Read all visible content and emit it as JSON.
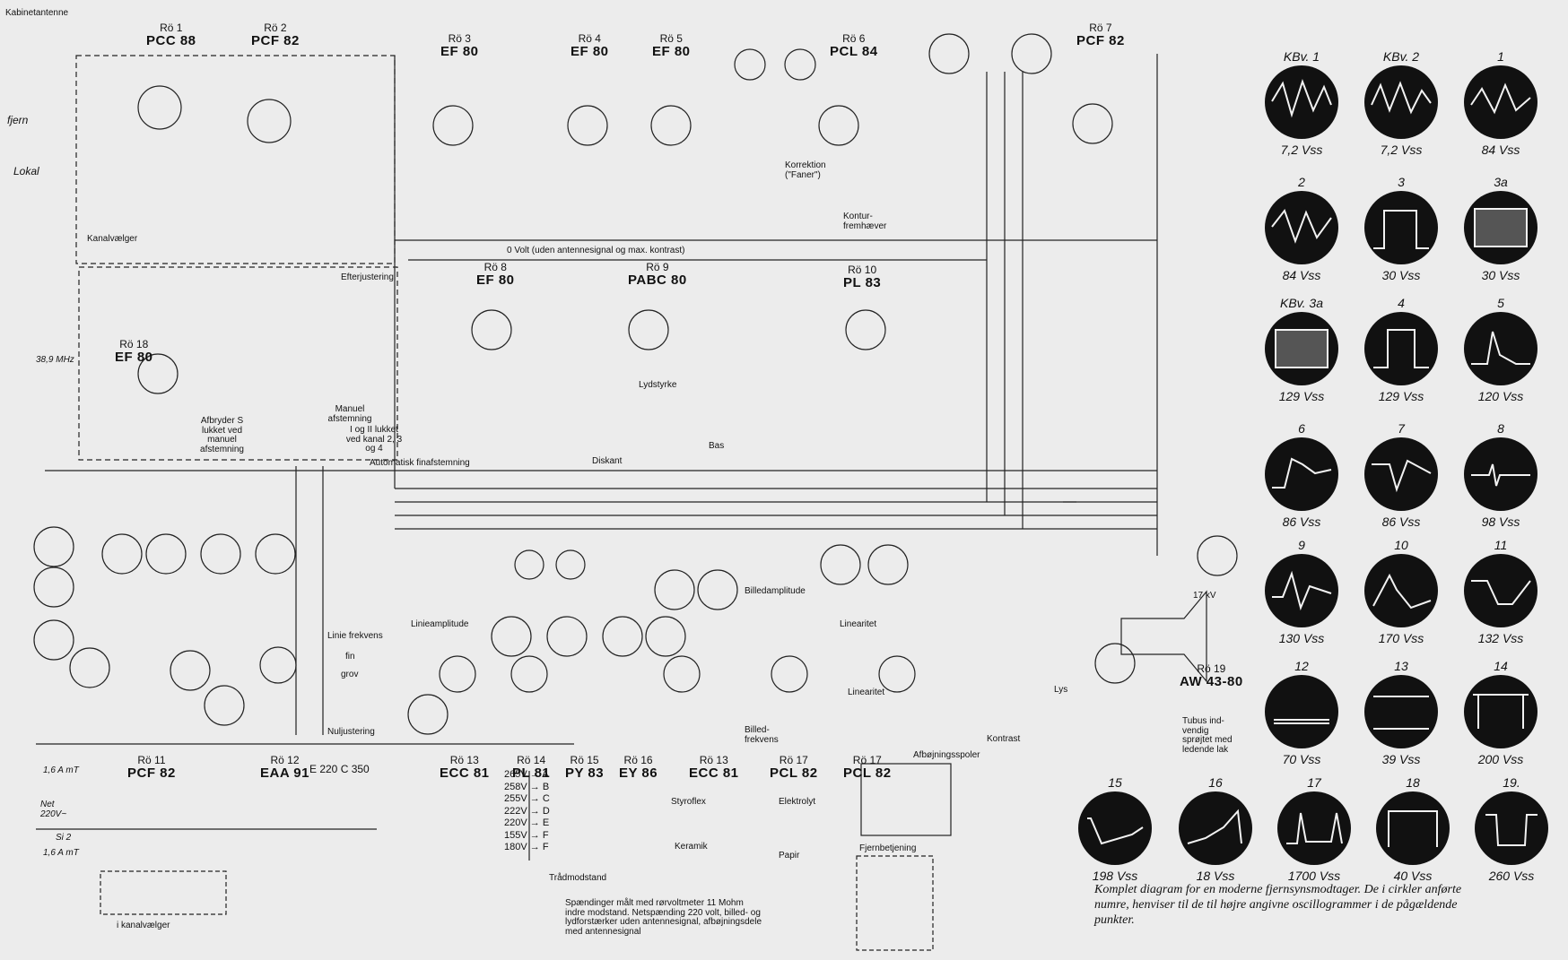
{
  "tubes": [
    {
      "code": "Rö 1",
      "name": "PCC 88"
    },
    {
      "code": "Rö 2",
      "name": "PCF 82"
    },
    {
      "code": "Rö 3",
      "name": "EF 80"
    },
    {
      "code": "Rö 4",
      "name": "EF 80"
    },
    {
      "code": "Rö 5",
      "name": "EF 80"
    },
    {
      "code": "Rö 6",
      "name": "PCL 84"
    },
    {
      "code": "Rö 7",
      "name": "PCF 82"
    },
    {
      "code": "Rö 8",
      "name": "EF 80"
    },
    {
      "code": "Rö 9",
      "name": "PABC 80"
    },
    {
      "code": "Rö 10",
      "name": "PL 83"
    },
    {
      "code": "Rö 18",
      "name": "EF 80"
    },
    {
      "code": "Rö 11",
      "name": "PCF 82"
    },
    {
      "code": "Rö 12",
      "name": "EAA 91"
    },
    {
      "code": "Rö 13",
      "name": "ECC 81"
    },
    {
      "code": "Rö 14",
      "name": "PL 81"
    },
    {
      "code": "Rö 15",
      "name": "PY 83"
    },
    {
      "code": "Rö 16",
      "name": "EY 86"
    },
    {
      "code": "Rö 13",
      "name": "ECC 81"
    },
    {
      "code": "Rö 17",
      "name": "PCL 82"
    },
    {
      "code": "Rö 17",
      "name": "PCL 82"
    },
    {
      "code": "Rö 19",
      "name": "AW 43-80"
    }
  ],
  "labels": {
    "antenna": "Kabinetantenne",
    "fjern": "fjern",
    "lokal": "Lokal",
    "kanalvaelger": "Kanalvælger",
    "efterjustering": "Efterjustering",
    "zero_volt": "0 Volt (uden antennesignal og max. kontrast)",
    "if_in": "38,9 MHz",
    "afbryder": "Afbryder S lukket ved manuel afstemning",
    "manuel": "Manuel afstemning",
    "lukket": "I og II lukket ved kanal 2, 3 og 4",
    "auto_fin": "Automatisk finafstemning",
    "lydstyrke": "Lydstyrke",
    "diskant": "Diskant",
    "bas": "Bas",
    "korrektion": "Korrektion (\"Faner\")",
    "kontur": "Kontur-fremhæver",
    "linieamplitude": "Linieamplitude",
    "liniefrekvens": "Linie frekvens",
    "fin": "fin",
    "grov": "grov",
    "nuljustering": "Nuljustering",
    "billedamplitude": "Billedamplitude",
    "billedfrekvens": "Billed-frekvens",
    "linearitet": "Linearitet",
    "linearitet2": "Linearitet",
    "lys": "Lys",
    "kontrast": "Kontrast",
    "afbojningsspoler": "Afbøjningsspoler",
    "tubus": "Tubus ind-vendig sprøjtet med ledende lak",
    "net": "Net 220V~",
    "fuse1": "1,6 A mT",
    "fuse2": "1,6 A mT",
    "si2": "Si 2",
    "e220": "E 220 C 350",
    "i_kanalvaelger": "i kanalvælger",
    "tradmodstand": "Trådmodstand",
    "styroflex": "Styroflex",
    "keramik": "Keramik",
    "elektrolyt": "Elektrolyt",
    "papir": "Papir",
    "fjernbetjening": "Fjernbetjening",
    "kv17": "17 kV",
    "note": "Spændinger målt med rørvoltmeter 11 Mohm indre modstand. Netspænding 220 volt, billed- og lydforstærker uden antennesignal, afbøjningsdele med antennesignal"
  },
  "supply_rows": [
    {
      "v": "265V",
      "t": "A"
    },
    {
      "v": "258V",
      "t": "B"
    },
    {
      "v": "255V",
      "t": "C"
    },
    {
      "v": "222V",
      "t": "D"
    },
    {
      "v": "220V",
      "t": "E"
    },
    {
      "v": "155V",
      "t": "F"
    },
    {
      "v": "180V",
      "t": "F"
    }
  ],
  "oscillograms": [
    {
      "id": "KBv. 1",
      "volt": "7,2 Vss"
    },
    {
      "id": "KBv. 2",
      "volt": "7,2 Vss"
    },
    {
      "id": "1",
      "volt": "84 Vss"
    },
    {
      "id": "2",
      "volt": "84 Vss"
    },
    {
      "id": "3",
      "volt": "30 Vss"
    },
    {
      "id": "3a",
      "volt": "30 Vss"
    },
    {
      "id": "KBv. 3a",
      "volt": "129 Vss"
    },
    {
      "id": "4",
      "volt": "129 Vss"
    },
    {
      "id": "5",
      "volt": "120 Vss"
    },
    {
      "id": "6",
      "volt": "86 Vss"
    },
    {
      "id": "7",
      "volt": "86 Vss"
    },
    {
      "id": "8",
      "volt": "98 Vss"
    },
    {
      "id": "9",
      "volt": "130 Vss"
    },
    {
      "id": "10",
      "volt": "170 Vss"
    },
    {
      "id": "11",
      "volt": "132 Vss"
    },
    {
      "id": "12",
      "volt": "70 Vss"
    },
    {
      "id": "13",
      "volt": "39 Vss"
    },
    {
      "id": "14",
      "volt": "200 Vss"
    },
    {
      "id": "15",
      "volt": "198 Vss"
    },
    {
      "id": "16",
      "volt": "18 Vss"
    },
    {
      "id": "17",
      "volt": "1700 Vss"
    },
    {
      "id": "18",
      "volt": "40 Vss"
    },
    {
      "id": "19.",
      "volt": "260 Vss"
    }
  ],
  "caption": "Komplet diagram for en moderne fjernsynsmodtager. De i cirkler anførte numre, henviser til de til højre angivne oscillogrammer i de pågældende punkter."
}
